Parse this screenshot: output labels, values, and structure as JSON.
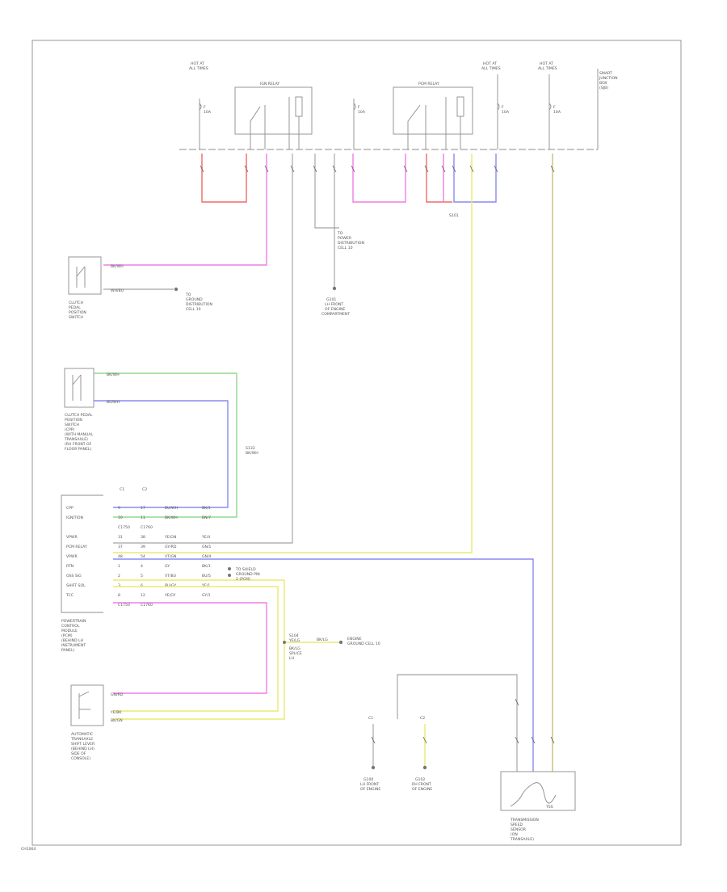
{
  "components": {
    "fuse_box": {
      "label": [
        "SMART",
        "JUNCTION",
        "BOX",
        "(SJB)"
      ],
      "relay_a_label": "IGN RELAY",
      "relay_b_label": "PCM RELAY",
      "hot_a": [
        "HOT AT",
        "ALL TIMES"
      ],
      "hot_b": [
        "HOT AT",
        "ALL TIMES"
      ],
      "hot_c": [
        "HOT AT",
        "ALL TIMES"
      ],
      "fuse_a": [
        "F",
        "10A"
      ],
      "fuse_b": [
        "F",
        "10A"
      ],
      "fuse_c": [
        "F",
        "10A"
      ],
      "fuse_d": [
        "F",
        "10A"
      ],
      "splice": "S101"
    },
    "clutch_switch": {
      "label": [
        "CLUTCH",
        "PEDAL",
        "POSITION",
        "SWITCH"
      ],
      "wire_a": "BK/WH",
      "wire_b": "WH/BU",
      "ground_note": [
        "TO",
        "GROUND",
        "DISTRIBUTION",
        "CELL 10"
      ]
    },
    "ground_note": {
      "label": [
        "G101",
        "LH FRONT",
        "OF ENGINE",
        "COMPARTMENT"
      ],
      "text": [
        "TO",
        "POWER",
        "DISTRIBUTION",
        "CELL 10"
      ]
    },
    "cpp_switch": {
      "label": [
        "CLUTCH PEDAL",
        "POSITION",
        "SWITCH",
        "(CPP)",
        "(WITH MANUAL",
        "TRANSAXLE)",
        "(RH FRONT OF",
        "FLOOR PANEL)"
      ],
      "wire_a": "BK/WH",
      "wire_b": "BU/WH",
      "splice": [
        "S133",
        "BK/WH"
      ]
    },
    "pcm": {
      "label": [
        "POWERTRAIN",
        "CONTROL",
        "MODULE",
        "(PCM)",
        "(BEHIND LH",
        "INSTRUMENT",
        "PANEL)"
      ],
      "col_a": "C1",
      "col_b": "C2",
      "rows": [
        {
          "name": "CPP",
          "pin_a": "9",
          "pin_b": "17",
          "wire": "BU/WH",
          "code": "BK/1"
        },
        {
          "name": "IGNITION",
          "pin_a": "10",
          "pin_b": "11",
          "wire": "BK/WH",
          "code": "BN/7"
        },
        {
          "name": "",
          "pin_a": "C1750",
          "pin_b": "C1760",
          "wire": "",
          "code": ""
        },
        {
          "name": "VPWR",
          "pin_a": "31",
          "pin_b": "38",
          "wire": "YE/GN",
          "code": "YE/4"
        },
        {
          "name": "PCM RELAY",
          "pin_a": "37",
          "pin_b": "39",
          "wire": "GY/RD",
          "code": "GN/1"
        },
        {
          "name": "VPWR",
          "pin_a": "48",
          "pin_b": "54",
          "wire": "VT/GN",
          "code": "GN/4"
        },
        {
          "name": "RTN",
          "pin_a": "1",
          "pin_b": "4",
          "wire": "GY",
          "code": "BK/1"
        },
        {
          "name": "OSS SIG",
          "pin_a": "2",
          "pin_b": "5",
          "wire": "VT/BU",
          "code": "BU/5"
        },
        {
          "name": "SHIFT SOL",
          "pin_a": "3",
          "pin_b": "6",
          "wire": "BU/GY",
          "code": "YE/1"
        },
        {
          "name": "TCC",
          "pin_a": "8",
          "pin_b": "12",
          "wire": "YE/GY",
          "code": "GY/1"
        },
        {
          "name": "",
          "pin_a": "C1750",
          "pin_b": "C1760",
          "wire": "",
          "code": ""
        }
      ],
      "shield_note": [
        "TO SHIELD",
        "GROUND PIN",
        "2 (PCM)"
      ]
    },
    "ground_splice": {
      "label": [
        "S104",
        "YE/LG"
      ],
      "wire": "BK/LG",
      "text": [
        "ENGINE",
        "GROUND CELL 10"
      ],
      "note": [
        "BK/LG",
        "SPLICE",
        "LH"
      ]
    },
    "trans_sensor": {
      "label": [
        "AUTOMATIC",
        "TRANSAXLE",
        "SHIFT LEVER",
        "(BEHIND LH)",
        "SIDE OF",
        "CONSOLE)"
      ],
      "wire_a": "GN/RD",
      "wire_b": "YE/BK",
      "wire_c": "BK/GN"
    },
    "sensor_a": {
      "top": "C1",
      "label": [
        "G100",
        "LH FRONT",
        "OF ENGINE"
      ]
    },
    "sensor_b": {
      "top": "C2",
      "label": [
        "G102",
        "RH FRONT",
        "OF ENGINE"
      ]
    },
    "speed_sensor": {
      "label": [
        "TRANSMISSION",
        "SPEED",
        "SENSOR",
        "(ON",
        "TRANSAXLE)"
      ],
      "inner": "TSS"
    },
    "footer_code": "CH1064"
  }
}
